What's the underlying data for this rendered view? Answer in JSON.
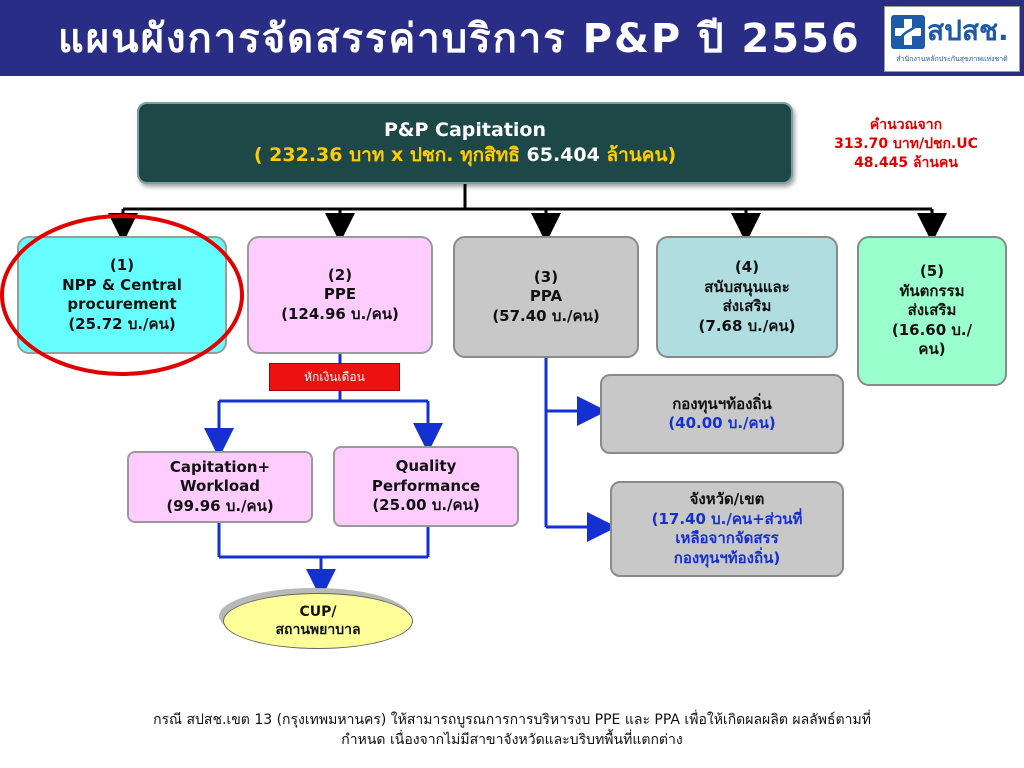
{
  "header": {
    "title": "แผนผังการจัดสรรค่าบริการ P&P ปี 2556",
    "logo_text": "สปสช.",
    "logo_subtitle": "สำนักงานหลักประกันสุขภาพแห่งชาติ"
  },
  "capitation": {
    "line1": "P&P Capitation",
    "line2_open": "( 232.36 บาท x ปชก. ทุกสิทธิ",
    "line2_num": "65.404",
    "line2_close": "ล้านคน)"
  },
  "calc_note": {
    "line1": "คำนวณจาก",
    "line2": "313.70 บาท/ปชก.UC",
    "line3": "48.445 ล้านคน"
  },
  "boxes": {
    "b1": {
      "line1": "(1)",
      "line2": "NPP & Central",
      "line3": "procurement",
      "line4": "(25.72 บ./คน)"
    },
    "b2": {
      "line1": "(2)",
      "line2": "PPE",
      "line3": "(124.96 บ./คน)"
    },
    "b3": {
      "line1": "(3)",
      "line2": "PPA",
      "line3": "(57.40 บ./คน)"
    },
    "b4": {
      "line1": "(4)",
      "line2": "สนับสนุนและ",
      "line3": "ส่งเสริม",
      "line4": "(7.68 บ./คน)"
    },
    "b5": {
      "line1": "(5)",
      "line2": "ทันตกรรม",
      "line3": "ส่งเสริม",
      "line4": "(16.60 บ./",
      "line5": "คน)"
    }
  },
  "deduction_label": "หักเงินเดือน",
  "sub_boxes": {
    "capitation_workload": {
      "line1": "Capitation+",
      "line2": "Workload",
      "line3": "(99.96 บ./คน)"
    },
    "quality_performance": {
      "line1": "Quality",
      "line2": "Performance",
      "line3": "(25.00 บ./คน)"
    },
    "local_fund": {
      "line1": "กองทุนฯท้องถิ่น",
      "line2": "(40.00 บ./คน)"
    },
    "province": {
      "line1": "จังหวัด/เขต",
      "line2": "(17.40 บ./คน+ส่วนที่",
      "line3": "เหลือจากจัดสรร",
      "line4": "กองทุนฯท้องถิ่น)"
    }
  },
  "cup": {
    "line1": "CUP/",
    "line2": "สถานพยาบาล"
  },
  "footer": {
    "line1": "กรณี สปสช.เขต 13 (กรุงเทพมหานคร) ให้สามารถบูรณการการบริหารงบ PPE และ PPA เพื่อให้เกิดผลผลิต ผลลัพธ์ตามที่",
    "line2": "กำหนด  เนื่องจากไม่มีสาขาจังหวัดและบริบทพื้นที่แตกต่าง"
  },
  "colors": {
    "header_bg": "#2a2d86",
    "capitation_bg": "#1e4848",
    "highlight_ring": "#e00000",
    "blue_connector": "#1530d0",
    "black_connector": "#000000"
  }
}
